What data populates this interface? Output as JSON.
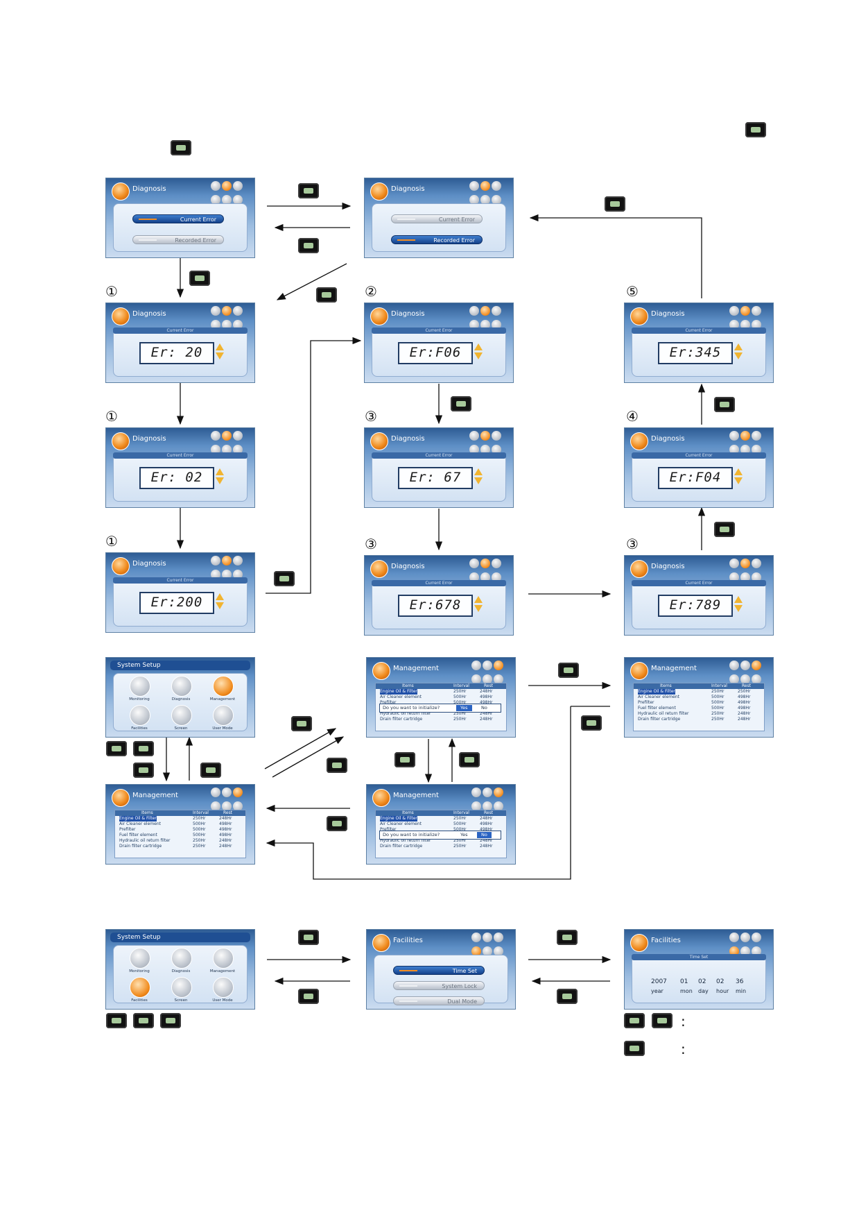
{
  "screens": {
    "diag_main_1": {
      "title": "Diagnosis",
      "btn_a": "Current Error",
      "btn_b": "Recorded Error"
    },
    "diag_main_2": {
      "title": "Diagnosis",
      "btn_a": "Current Error",
      "btn_b": "Recorded Error"
    },
    "err_screens": [
      {
        "title": "Diagnosis",
        "header": "Current Error",
        "code": "Er: 20"
      },
      {
        "title": "Diagnosis",
        "header": "Current Error",
        "code": "Er: 02"
      },
      {
        "title": "Diagnosis",
        "header": "Current Error",
        "code": "Er:200"
      },
      {
        "title": "Diagnosis",
        "header": "Current Error",
        "code": "Er:F06"
      },
      {
        "title": "Diagnosis",
        "header": "Current Error",
        "code": "Er: 67"
      },
      {
        "title": "Diagnosis",
        "header": "Current Error",
        "code": "Er:678"
      },
      {
        "title": "Diagnosis",
        "header": "Current Error",
        "code": "Er:345"
      },
      {
        "title": "Diagnosis",
        "header": "Current Error",
        "code": "Er:F04"
      },
      {
        "title": "Diagnosis",
        "header": "Current Error",
        "code": "Er:789"
      }
    ],
    "system_setup": {
      "title": "System Setup",
      "icons": [
        "Monitoring",
        "Diagnosis",
        "Management",
        "Facilities",
        "Screen",
        "User Mode"
      ]
    },
    "management": {
      "title": "Management",
      "cols": [
        "Items",
        "Interval",
        "Rest"
      ],
      "rows": [
        [
          "Engine Oil & Filter",
          "250Hr",
          "248Hr"
        ],
        [
          "Air Cleaner element",
          "500Hr",
          "498Hr"
        ],
        [
          "Prefilter",
          "500Hr",
          "498Hr"
        ],
        [
          "Fuel filter element",
          "500Hr",
          "498Hr"
        ],
        [
          "Hydraulic oil return filter",
          "250Hr",
          "248Hr"
        ],
        [
          "Drain filter cartridge",
          "250Hr",
          "248Hr"
        ]
      ],
      "rows_after": [
        [
          "Engine Oil & Filter",
          "250Hr",
          "250Hr"
        ],
        [
          "Air Cleaner element",
          "500Hr",
          "498Hr"
        ],
        [
          "Prefilter",
          "500Hr",
          "498Hr"
        ],
        [
          "Fuel filter element",
          "500Hr",
          "498Hr"
        ],
        [
          "Hydraulic oil return filter",
          "250Hr",
          "248Hr"
        ],
        [
          "Drain filter cartridge",
          "250Hr",
          "248Hr"
        ]
      ],
      "dialog": "Do you want to initialize?",
      "yes": "Yes",
      "no": "No"
    },
    "facilities": {
      "title": "Facilities",
      "opts": [
        "Time Set",
        "System Lock",
        "Dual Mode"
      ]
    },
    "timeset": {
      "title": "Facilities",
      "header": "Time Set",
      "values": [
        "2007",
        "01",
        "02",
        "02",
        "36"
      ],
      "labels": [
        "year",
        "mon",
        "day",
        "hour",
        "min"
      ]
    }
  },
  "markers": [
    "①",
    "①",
    "①",
    "②",
    "③",
    "③",
    "④",
    "⑤",
    "③"
  ],
  "colons": [
    ":",
    ":"
  ]
}
